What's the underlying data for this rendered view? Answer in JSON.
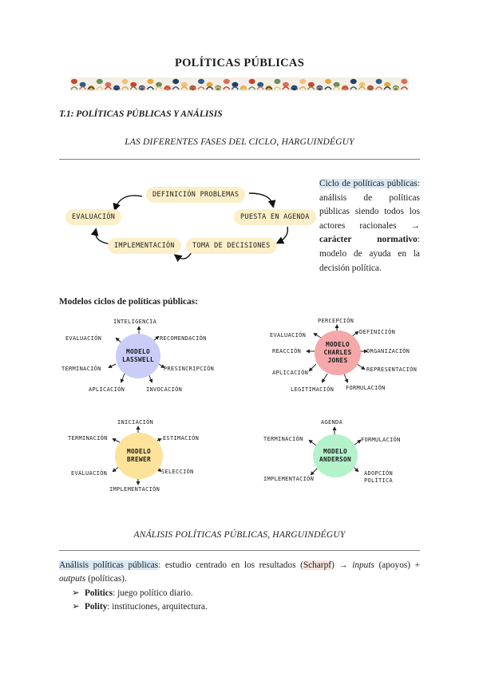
{
  "title": "POLÍTICAS PÚBLICAS",
  "section_title": "T.1: POLÍTICAS PÚBLICAS Y ANÁLISIS",
  "subheading1": "LAS DIFERENTES FASES DEL CICLO, HARGUINDÉGUY",
  "cycle": {
    "definicion": "DEFINICIÓN PROBLEMAS",
    "evaluacion": "EVALUACIÓN",
    "puesta": "PUESTA EN AGENDA",
    "implementacion": "IMPLEMENTACIÓN",
    "toma": "TOMA DE DECISIONES"
  },
  "cycle_text": {
    "highlight": "Ciclo de políticas públicas",
    "body": ": análisis de políticas públicas siendo todos los actores racionales → ",
    "bold": "carácter normativo",
    "tail": ": modelo de ayuda en la decisión política."
  },
  "models_title": "Modelos ciclos de políticas públicas:",
  "lasswell": {
    "center": "MODELO LASSWELL",
    "inteligencia": "INTELIGENCIA",
    "recomendacion": "RECOMENDACIÓN",
    "prescripcion": "PRESINCRIPCIÓN",
    "invocacion": "INVOCACIÓN",
    "aplicacion": "APLICACIÓN",
    "terminacion": "TERMINACIÓN",
    "evaluacion": "EVALUACIÓN"
  },
  "jones": {
    "center": "MODELO CHARLES JONES",
    "percepcion": "PERCEPCIÓN",
    "definicion": "DEFINICIÓN",
    "organizacion": "ORGANIZACIÓN",
    "representacion": "REPRESENTACIÓN",
    "formulacion": "FORMULACIÓN",
    "legitimacion": "LEGITIMACIÓN",
    "aplicacion": "APLICACIÓN",
    "reaccion": "REACCIÓN",
    "evaluacion": "EVALUACIÓN"
  },
  "brewer": {
    "center": "MODELO BREWER",
    "iniciacion": "INICIACIÓN",
    "estimacion": "ESTIMACIÓN",
    "seleccion": "SELECCIÓN",
    "implementacion": "IMPLEMENTACIÓN",
    "evaluacion": "EVALUACIÓN",
    "terminacion": "TERMINACIÓN"
  },
  "anderson": {
    "center": "MODELO ANDERSON",
    "agenda": "AGENDA",
    "formulacion": "FORMULACIÓN",
    "adopcion": "ADOPCIÓN POLÍTICA",
    "implementacion": "IMPLEMENTACIÓN",
    "terminacion": "TERMINACIÓN"
  },
  "subheading2": "ANÁLISIS POLÍTICAS PÚBLICAS, HARGUINDÉGUY",
  "analysis": {
    "highlight": "Análisis políticas públicas",
    "text1": ": estudio centrado en los resultados (",
    "scharpf": "Scharpf",
    "text2": ") → ",
    "inputs": "inputs",
    "text3": " (apoyos) + ",
    "outputs": "outputs",
    "text4": " (políticas)."
  },
  "bullets": [
    {
      "term": "Politics",
      "desc": ": juego político diario."
    },
    {
      "term": "Polity",
      "desc": ": instituciones, arquitectura."
    }
  ],
  "colors": {
    "lasswell": "#c9cdf7",
    "jones": "#f5a7a9",
    "brewer": "#fde39a",
    "anderson": "#b4f2cc",
    "pill": "#fbefc9"
  }
}
